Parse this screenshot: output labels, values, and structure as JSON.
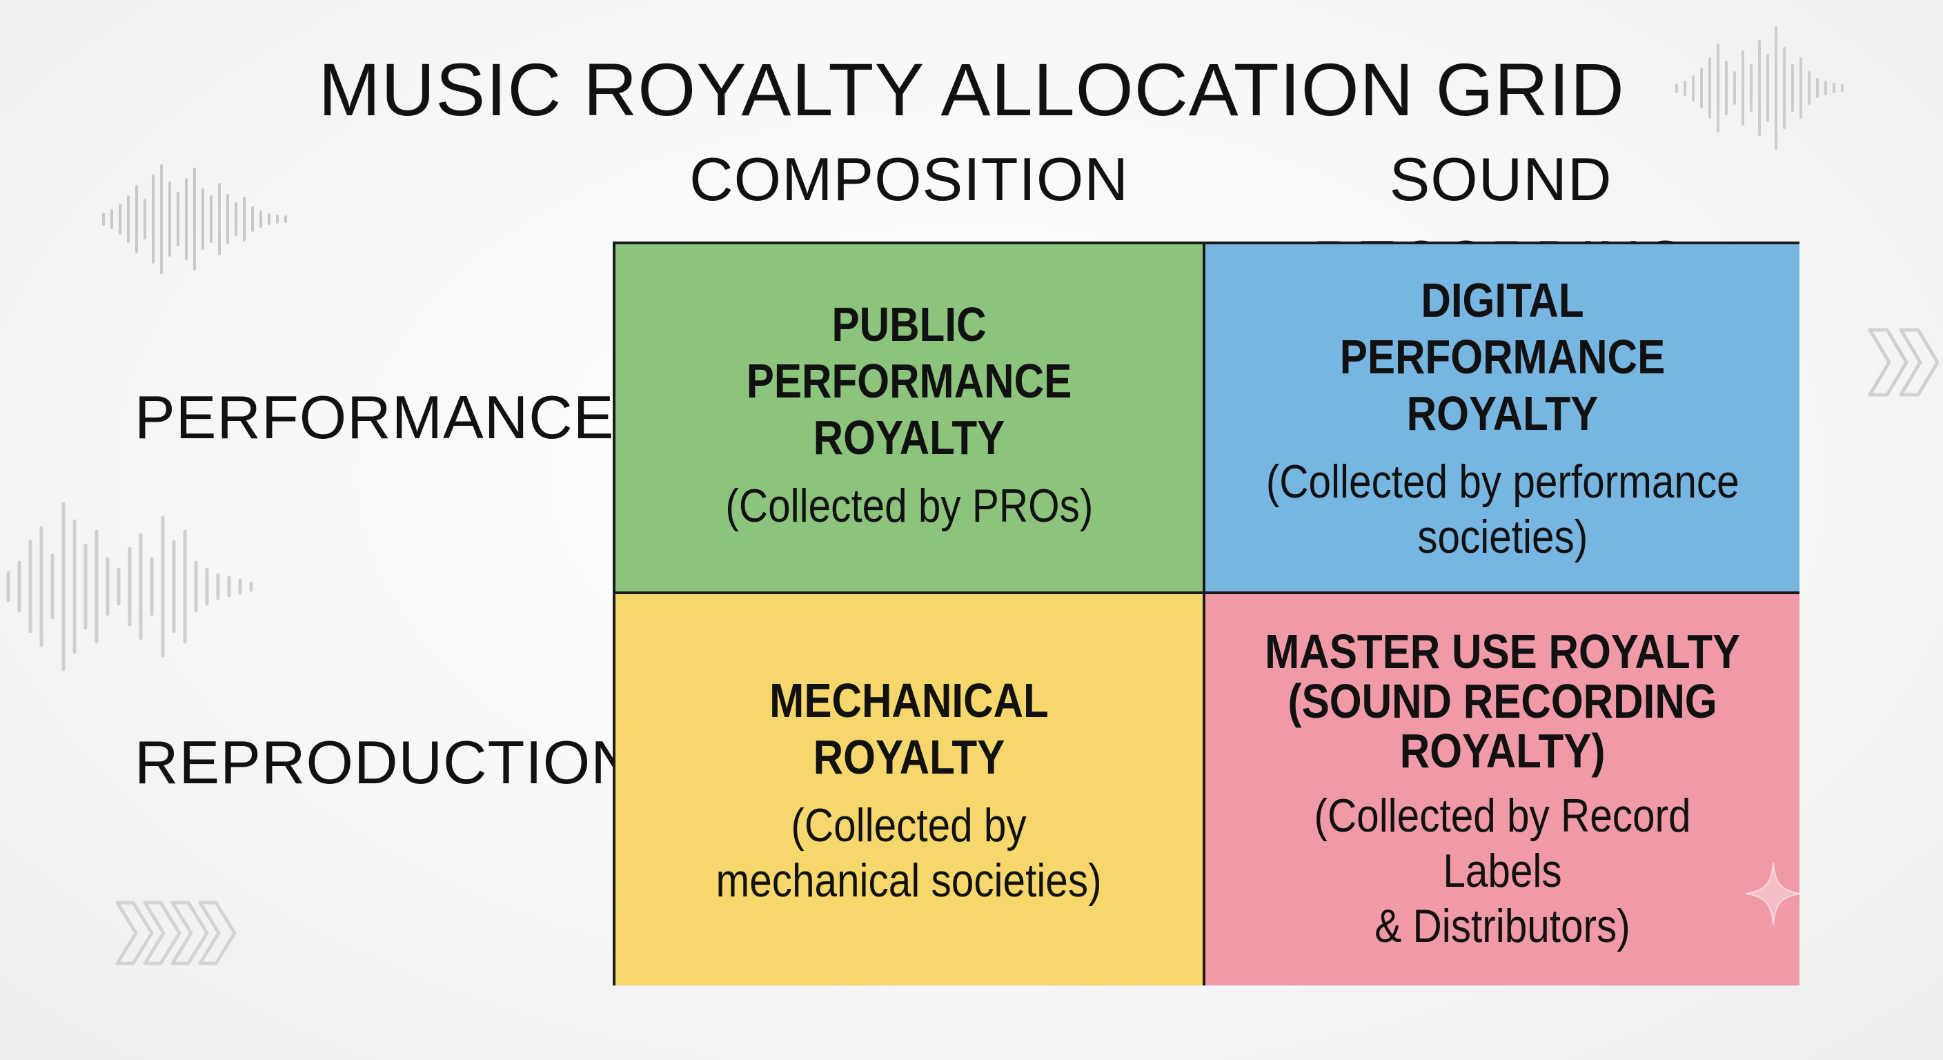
{
  "title": "MUSIC ROYALTY ALLOCATION GRID",
  "columns": [
    "COMPOSITION",
    "SOUND RECORDING"
  ],
  "rows": [
    "PERFORMANCE",
    "REPRODUCTION"
  ],
  "cells": {
    "public_performance": {
      "title": "PUBLIC PERFORMANCE\nROYALTY",
      "subtitle": "(Collected by PROs)",
      "color": "#8cc47d"
    },
    "digital_performance": {
      "title": "DIGITAL PERFORMANCE\nROYALTY",
      "subtitle": "(Collected by performance\nsocieties)",
      "color": "#78b6e2"
    },
    "mechanical": {
      "title": "MECHANICAL ROYALTY",
      "subtitle": "(Collected by\nmechanical societies)",
      "color": "#f5d76c"
    },
    "master_use": {
      "title": "MASTER USE ROYALTY\n(SOUND RECORDING\nROYALTY)",
      "subtitle": "(Collected by Record Labels\n& Distributors)",
      "color": "#f09aa7"
    }
  },
  "icons": [
    "sound-wave-icon",
    "chevrons-right-icon",
    "sparkle-icon"
  ]
}
